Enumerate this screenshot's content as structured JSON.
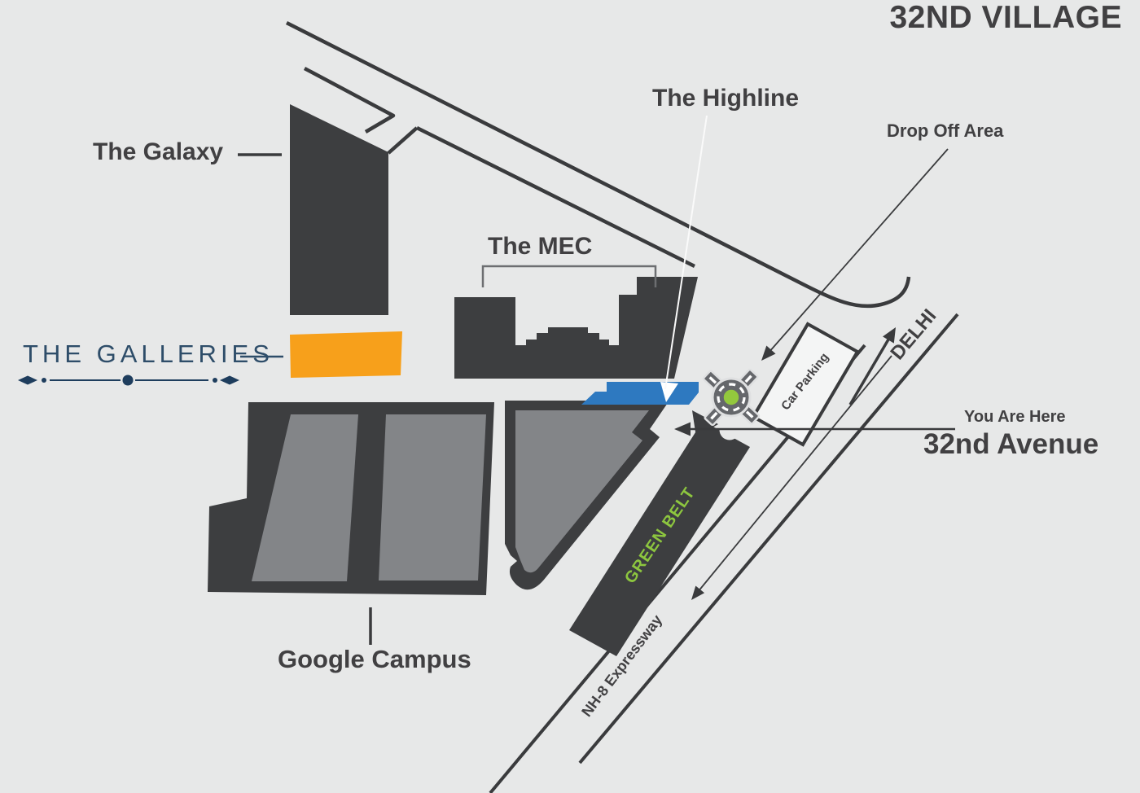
{
  "title": "32ND VILLAGE",
  "labels": {
    "galaxy": "The Galaxy",
    "galleries": "THE GALLERIES",
    "mec": "The MEC",
    "highline": "The Highline",
    "google_campus": "Google Campus",
    "drop_off_area": "Drop Off Area",
    "car_parking": "Car Parking",
    "delhi": "DELHI",
    "you_are_here": "You Are Here",
    "avenue": "32nd Avenue",
    "green_belt": "GREEN BELT",
    "expressway": "NH-8 Expressway"
  },
  "colors": {
    "background": "#e7e8e8",
    "building_dark": "#3d3e40",
    "building_gray": "#838588",
    "road_line": "#3a3b3d",
    "galleries_orange": "#f7a01b",
    "highline_blue": "#2e79c0",
    "green_belt_text": "#8dc63f",
    "galleries_navy": "#2e4d69",
    "ornament_navy": "#1e3d5d",
    "label_dark": "#414042",
    "roundabout_gray": "#65676b",
    "roundabout_green": "#93c83d",
    "parking_fill": "#f4f5f5",
    "highline_leader_white": "#fafafa"
  }
}
